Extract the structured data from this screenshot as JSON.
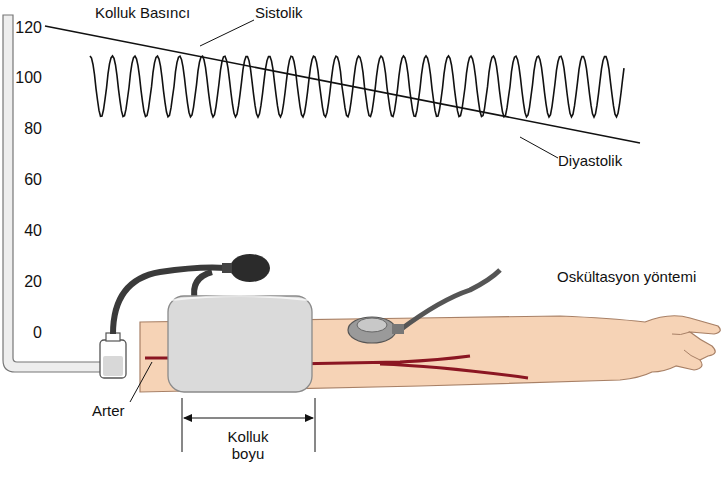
{
  "diagram": {
    "labels": [
      "Kolluk Basıncı",
      "Sistolik",
      "120",
      "100",
      "80",
      "60",
      "40",
      "20",
      "0",
      "Diyastolik",
      "Oskültasyon yöntemi",
      "Arter",
      "Kolluk boyu"
    ]
  }
}
